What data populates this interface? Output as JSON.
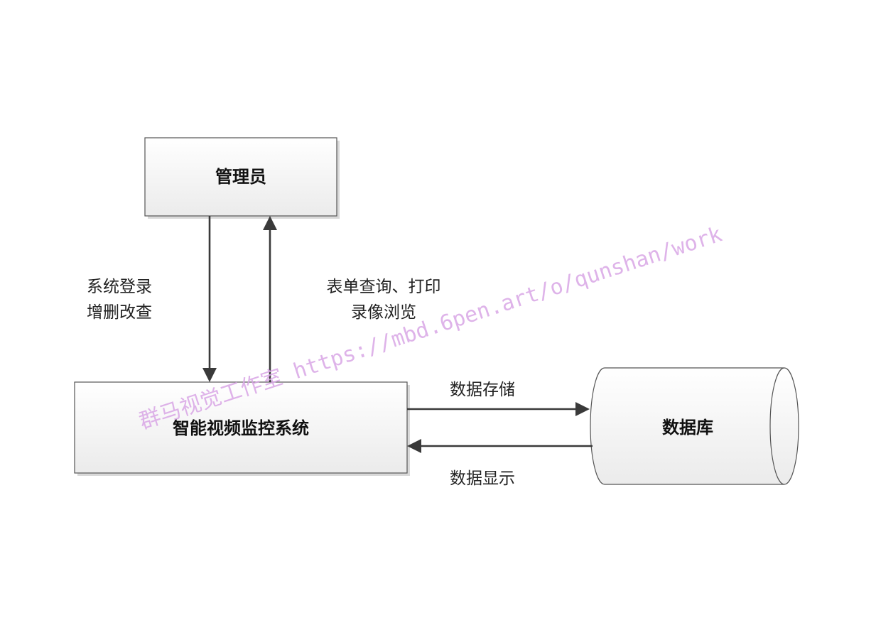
{
  "nodes": {
    "admin": "管理员",
    "system": "智能视频监控系统",
    "database": "数据库"
  },
  "flows": {
    "admin_to_system": [
      "系统登录",
      "增删改查"
    ],
    "system_to_admin": [
      "表单查询、打印",
      "录像浏览"
    ],
    "system_to_db": "数据存储",
    "db_to_system": "数据显示"
  },
  "watermark": "群马视觉工作室 https://mbd.6pen.art/o/qunshan/work",
  "colors": {
    "box_fill_top": "#ffffff",
    "box_fill_bottom": "#ececec",
    "stroke": "#555555",
    "arrow": "#3a3a3a",
    "watermark": "#d9a6e6"
  }
}
